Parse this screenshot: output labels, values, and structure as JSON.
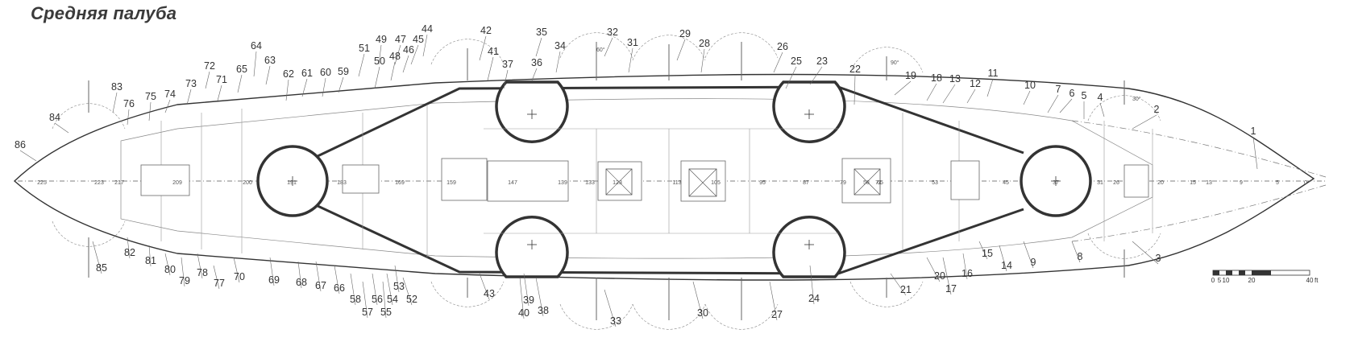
{
  "title": "Средняя палуба",
  "callouts": [
    "1",
    "2",
    "3",
    "4",
    "5",
    "6",
    "7",
    "8",
    "9",
    "10",
    "11",
    "12",
    "13",
    "14",
    "15",
    "16",
    "17",
    "18",
    "19",
    "20",
    "21",
    "22",
    "23",
    "24",
    "25",
    "26",
    "27",
    "28",
    "29",
    "30",
    "31",
    "32",
    "33",
    "34",
    "35",
    "36",
    "37",
    "38",
    "39",
    "40",
    "41",
    "42",
    "43",
    "44",
    "45",
    "46",
    "47",
    "48",
    "49",
    "50",
    "51",
    "52",
    "53",
    "54",
    "55",
    "56",
    "57",
    "58",
    "59",
    "60",
    "61",
    "62",
    "63",
    "64",
    "65",
    "66",
    "67",
    "68",
    "69",
    "70",
    "71",
    "72",
    "73",
    "74",
    "75",
    "76",
    "77",
    "78",
    "79",
    "80",
    "81",
    "82",
    "83",
    "84",
    "85",
    "86"
  ],
  "frames": [
    "0",
    "5",
    "9",
    "13",
    "15",
    "20",
    "26",
    "31",
    "37",
    "45",
    "53",
    "58",
    "65",
    "71",
    "79",
    "87",
    "95",
    "105",
    "113",
    "123",
    "133",
    "139",
    "147",
    "159",
    "169",
    "183",
    "191",
    "200",
    "209",
    "217",
    "223",
    "225"
  ],
  "scale": {
    "ticks": [
      "0",
      "5",
      "10",
      "20",
      "40"
    ],
    "unit": "ft"
  },
  "angle_labels": [
    "30°",
    "60°",
    "90°"
  ]
}
